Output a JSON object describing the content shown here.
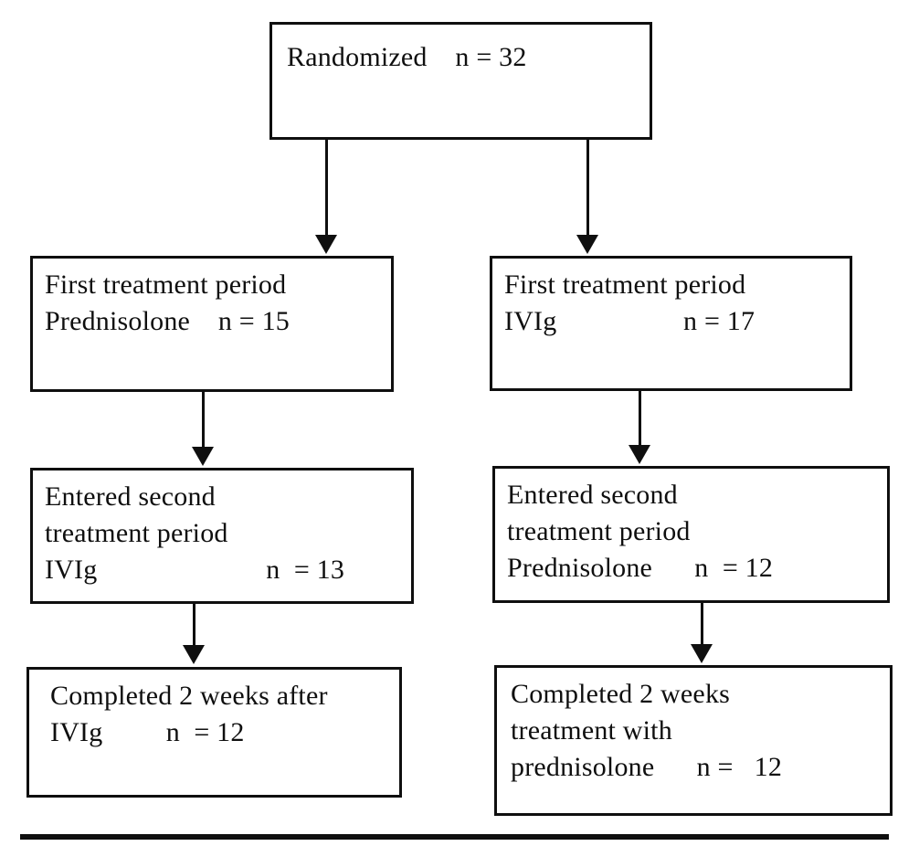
{
  "figure": {
    "type": "flow-diagram",
    "description_colors": {
      "ink": "#0f0f0f",
      "background": "#ffffff"
    },
    "boxes": {
      "randomized": {
        "lines": {
          "0": "Randomized    n = 32"
        },
        "n": 32
      },
      "first_left": {
        "lines": {
          "0": "First treatment period",
          "1": "Prednisolone    n = 15"
        },
        "n": 15
      },
      "first_right": {
        "lines": {
          "0": "First treatment period",
          "1": "IVIg                  n = 17"
        },
        "n": 17
      },
      "second_left": {
        "lines": {
          "0": "Entered second",
          "1": "treatment period",
          "2": "IVIg                        n  = 13"
        },
        "n": 13
      },
      "second_right": {
        "lines": {
          "0": "Entered second",
          "1": "treatment period",
          "2": "Prednisolone      n  = 12"
        },
        "n": 12
      },
      "completed_left": {
        "lines": {
          "0": "Completed 2 weeks after",
          "1": "IVIg         n  = 12"
        },
        "n": 12
      },
      "completed_right": {
        "lines": {
          "0": "Completed 2 weeks",
          "1": "treatment with",
          "2": "prednisolone      n =   12"
        },
        "n": 12
      }
    }
  }
}
